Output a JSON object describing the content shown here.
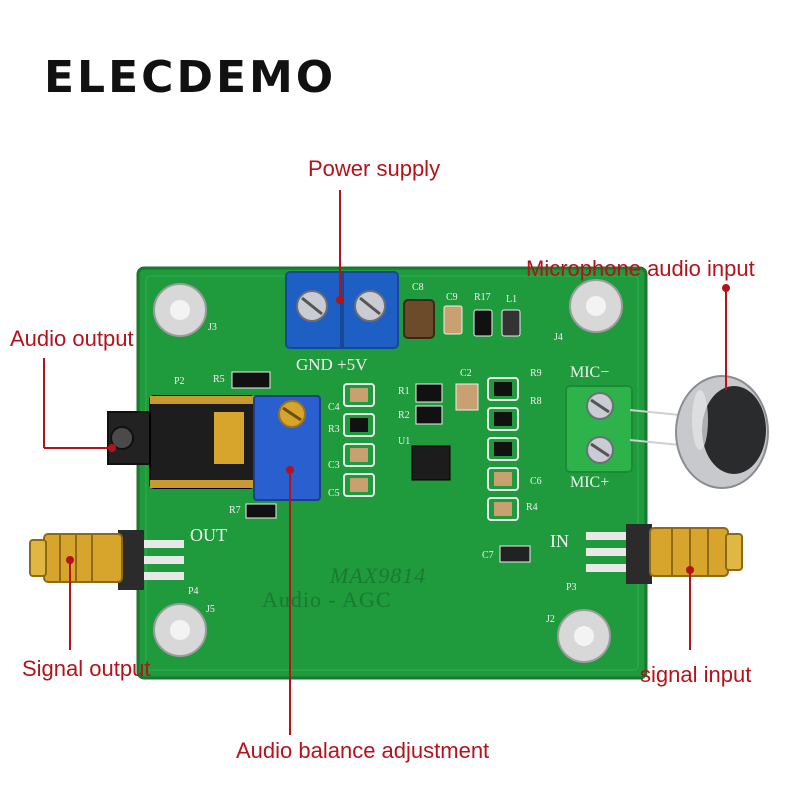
{
  "brand": "ELECDEMO",
  "callouts": {
    "power_supply": "Power supply",
    "microphone_audio_input": "Microphone audio input",
    "audio_output": "Audio output",
    "signal_output": "Signal output",
    "signal_input": "signal input",
    "audio_balance_adjustment": "Audio balance adjustment"
  },
  "silkscreen": {
    "power_terminal": "GND +5V",
    "mic_minus": "MIC−",
    "mic_plus": "MIC+",
    "out": "OUT",
    "in": "IN",
    "chip": "MAX9814",
    "function": "Audio  -  AGC",
    "j3": "J3",
    "j4": "J4",
    "j5": "J5",
    "j2": "J2",
    "p2": "P2",
    "p4": "P4",
    "p3": "P3",
    "u1": "U1",
    "r5": "R5",
    "r7": "R7",
    "r3": "R3",
    "r9": "R9",
    "r4": "R4",
    "r8": "R8",
    "c4": "C4",
    "c3": "C3",
    "c5": "C5",
    "c6": "C6",
    "c7": "C7",
    "c8": "C8",
    "c9": "C9",
    "r17": "R17",
    "l1": "L1",
    "r1": "R1",
    "r2": "R2",
    "c2": "C2"
  },
  "colors": {
    "pcb": "#1f9a3c",
    "callout": "#b5121b",
    "terminal_blue": "#1e5fc4",
    "terminal_green": "#2db34a",
    "gold": "#d7a52c"
  }
}
